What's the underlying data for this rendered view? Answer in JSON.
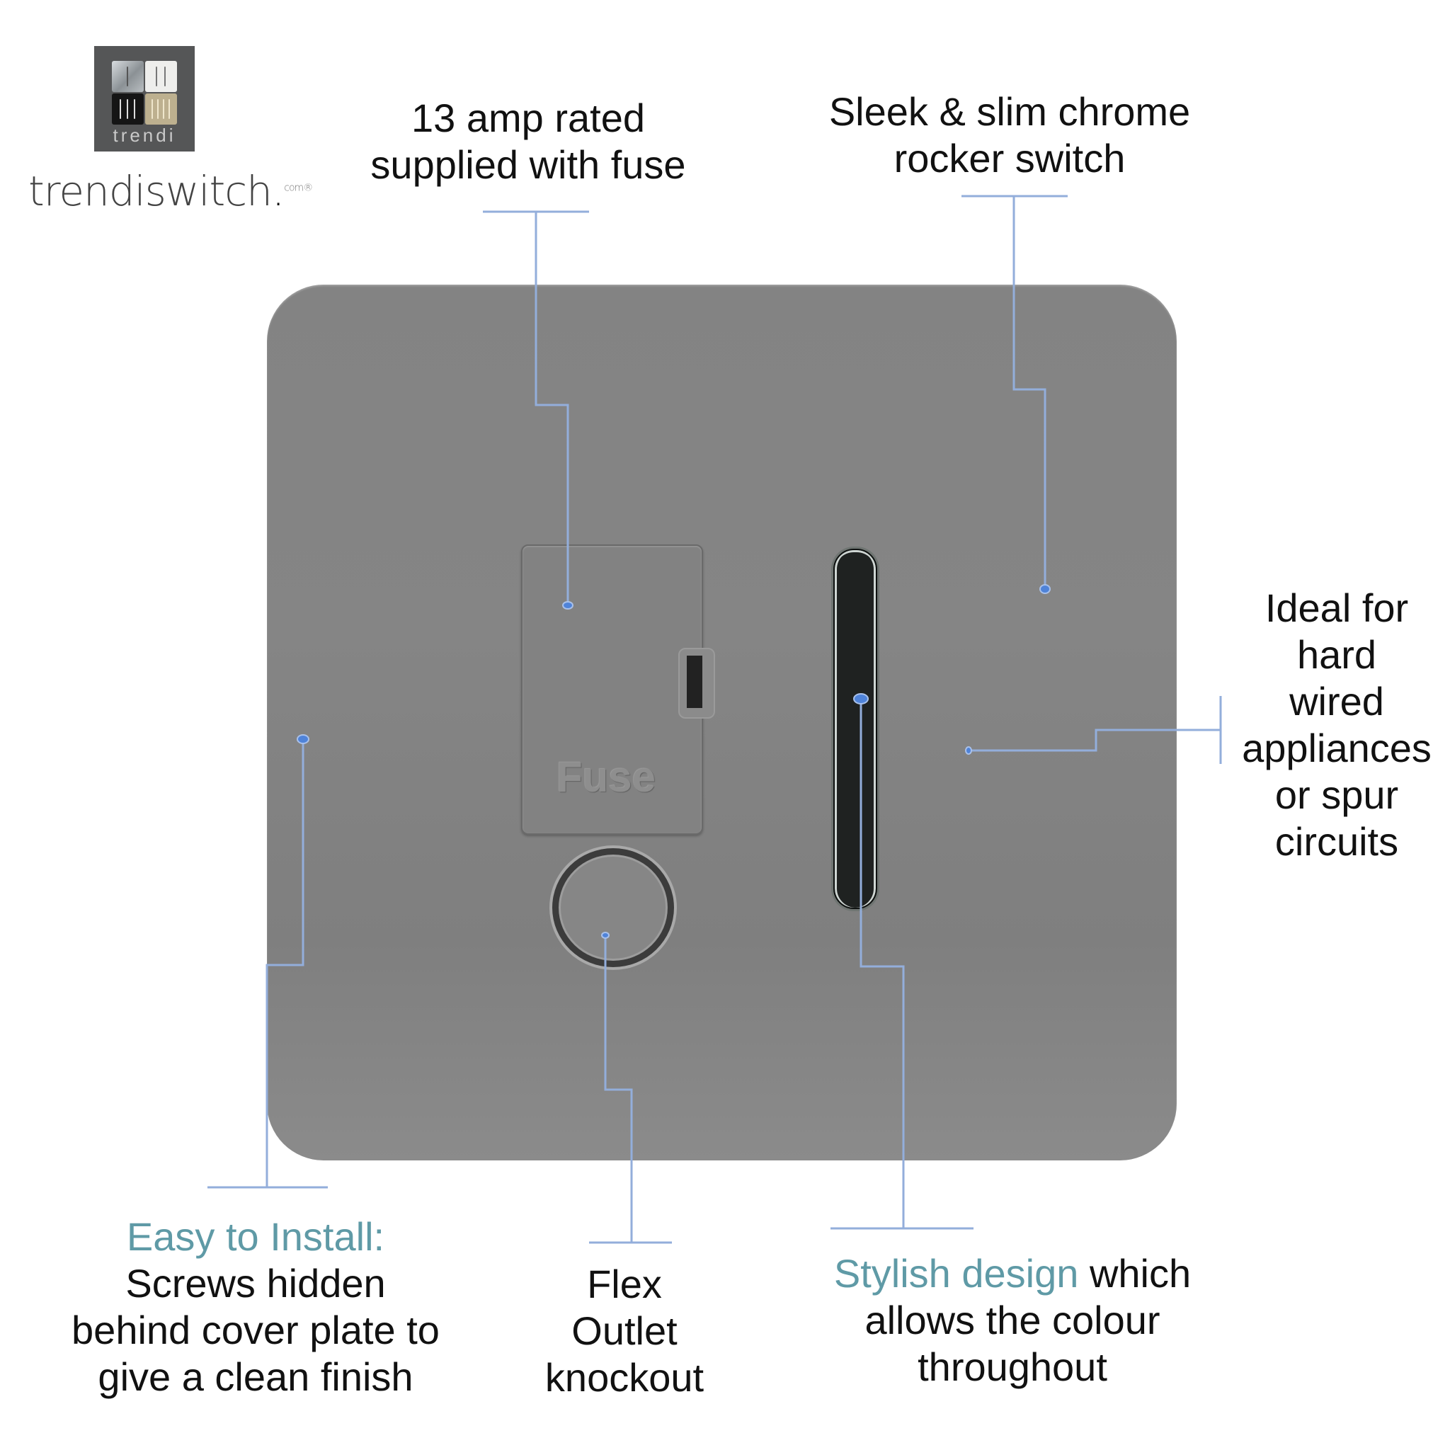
{
  "brand": {
    "logo_text": "trendi",
    "wordmark": "trendiswitch",
    "wordmark_suffix": ".",
    "wordmark_tld": "com",
    "registered": "®"
  },
  "product": {
    "fuse_label": "Fuse",
    "plate_color": "#838383",
    "rocker_color": "#1f2221"
  },
  "callouts": {
    "fuse": {
      "lines": [
        "13 amp rated",
        "supplied with fuse"
      ]
    },
    "rocker": {
      "lines": [
        "Sleek & slim chrome",
        "rocker switch"
      ]
    },
    "applications": {
      "lines": [
        "Ideal for",
        "hard",
        "wired",
        "appliances",
        "or spur",
        "circuits"
      ]
    },
    "install": {
      "heading": "Easy to Install:",
      "lines": [
        "Screws hidden",
        "behind cover plate to",
        "give a clean finish"
      ]
    },
    "flex": {
      "lines": [
        "Flex",
        "Outlet",
        "knockout"
      ]
    },
    "design": {
      "highlight": "Stylish design",
      "first_rest": " which",
      "lines": [
        "allows the colour",
        "throughout"
      ]
    }
  },
  "colors": {
    "accent_text": "#5f9aa6",
    "leader_line": "#93aedb",
    "leader_dot": "#4f83d9",
    "logo_bg": "#555657"
  }
}
